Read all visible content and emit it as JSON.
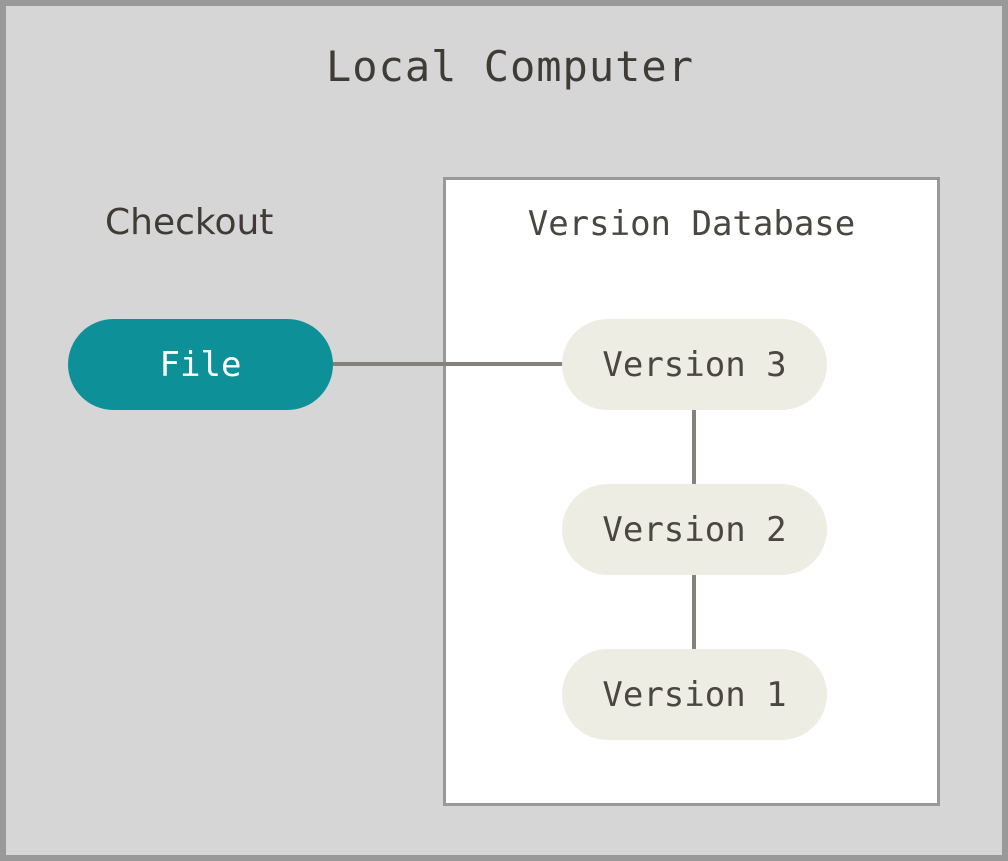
{
  "diagram": {
    "title": "Local Computer",
    "background_color": "#d6d6d6",
    "border_color": "#999999",
    "edge_color": "#85827b",
    "text_color": "#3f3b36"
  },
  "checkout": {
    "label": "Checkout",
    "node": {
      "label": "File",
      "fill_color": "#0e9099",
      "text_color": "#ffffff"
    }
  },
  "version_database": {
    "label": "Version Database",
    "fill_color": "#ffffff",
    "border_color": "#999999",
    "nodes": [
      {
        "label": "Version 3",
        "fill_color": "#edede4",
        "text_color": "#4a4640"
      },
      {
        "label": "Version 2",
        "fill_color": "#edede4",
        "text_color": "#4a4640"
      },
      {
        "label": "Version 1",
        "fill_color": "#edede4",
        "text_color": "#4a4640"
      }
    ]
  },
  "edges": [
    {
      "from": "File",
      "to": "Version 3",
      "orientation": "horizontal"
    },
    {
      "from": "Version 3",
      "to": "Version 2",
      "orientation": "vertical"
    },
    {
      "from": "Version 2",
      "to": "Version 1",
      "orientation": "vertical"
    }
  ]
}
